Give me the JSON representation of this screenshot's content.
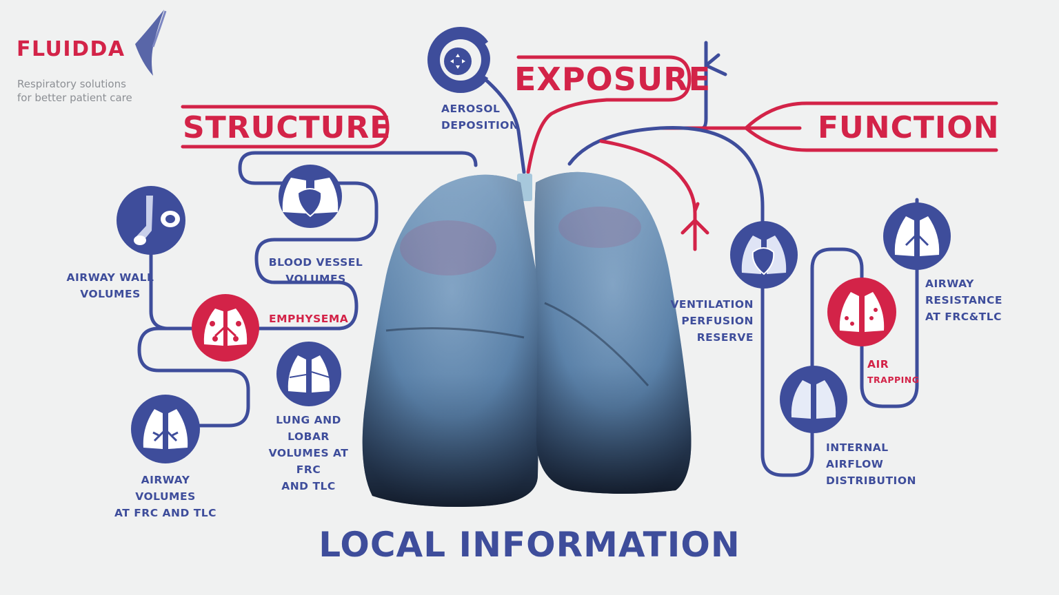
{
  "brand": {
    "name": "FLUIDDA",
    "tagline": "Respiratory solutions\nfor better patient care"
  },
  "headings": {
    "structure": "STRUCTURE",
    "exposure": "EXPOSURE",
    "function": "FUNCTION"
  },
  "labels": {
    "aerosol": "AEROSOL\nDEPOSITION",
    "airway_wall": "AIRWAY WALL\nVOLUMES",
    "blood_vessel": "BLOOD VESSEL\nVOLUMES",
    "emphysema": "EMPHYSEMA",
    "lung_lobar": "LUNG AND LOBAR\nVOLUMES AT FRC\nAND TLC",
    "airway_volumes": "AIRWAY VOLUMES\nAT FRC AND TLC",
    "ventilation": "VENTILATION\nPERFUSION\nRESERVE",
    "internal_airflow": "INTERNAL\nAIRFLOW\nDISTRIBUTION",
    "air": "AIR",
    "trapping": "TRAPPING",
    "airway_resistance": "AIRWAY\nRESISTANCE\nAT FRC&TLC"
  },
  "footer": "LOCAL INFORMATION",
  "colors": {
    "navy": "#3e4d9b",
    "red": "#d32348",
    "background": "#f0f1f1",
    "lung": "#5f86ad"
  },
  "icons": [
    "aerosol-deposition-icon",
    "airway-wall-icon",
    "heart-lungs-icon",
    "emphysema-lungs-icon",
    "lobar-lungs-icon",
    "airway-tree-icon",
    "ventilation-perfusion-icon",
    "air-trapping-icon",
    "airflow-lungs-icon",
    "airway-resistance-icon"
  ]
}
